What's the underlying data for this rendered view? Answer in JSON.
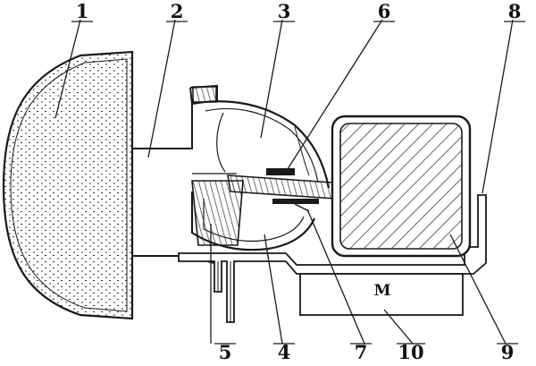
{
  "labels": {
    "l1": "1",
    "l2": "2",
    "l3": "3",
    "l4": "4",
    "l5": "5",
    "l6": "6",
    "l7": "7",
    "l8": "8",
    "l9": "9",
    "l10": "10",
    "motor": "M"
  },
  "colors": {
    "ink": "#1a1a1a",
    "paper": "#ffffff",
    "stipple": "#333333"
  }
}
